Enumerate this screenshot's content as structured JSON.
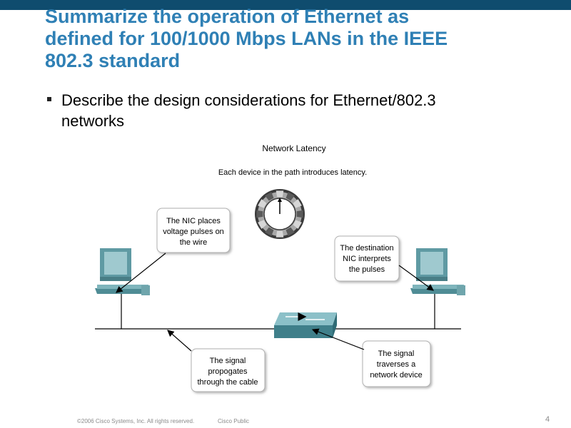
{
  "slide": {
    "title_lines": [
      "Summarize the operation of Ethernet as",
      "defined for 100/1000 Mbps LANs in the IEEE",
      "802.3 standard"
    ],
    "bullet_lines": [
      "Describe the design considerations for Ethernet/802.3",
      "networks"
    ]
  },
  "diagram": {
    "heading": "Network Latency",
    "subheading": "Each device in the path introduces latency.",
    "callout_nic": [
      "The NIC places",
      "voltage pulses on",
      "the wire"
    ],
    "callout_dest": [
      "The destination",
      "NIC interprets",
      "the pulses"
    ],
    "callout_cable": [
      "The signal",
      "propogates",
      "through the cable"
    ],
    "callout_device": [
      "The signal",
      "traverses a",
      "network device"
    ],
    "icons": {
      "left_pc": "computer-icon",
      "right_pc": "computer-icon",
      "switch": "switch-icon",
      "clock": "clock-icon"
    }
  },
  "footer": {
    "copyright": "©2006 Cisco Systems, Inc. All rights reserved.",
    "classification": "Cisco Public",
    "page_number": "4"
  },
  "colors": {
    "title": "#2f80b5",
    "top_bar": "#0f4c6e"
  }
}
